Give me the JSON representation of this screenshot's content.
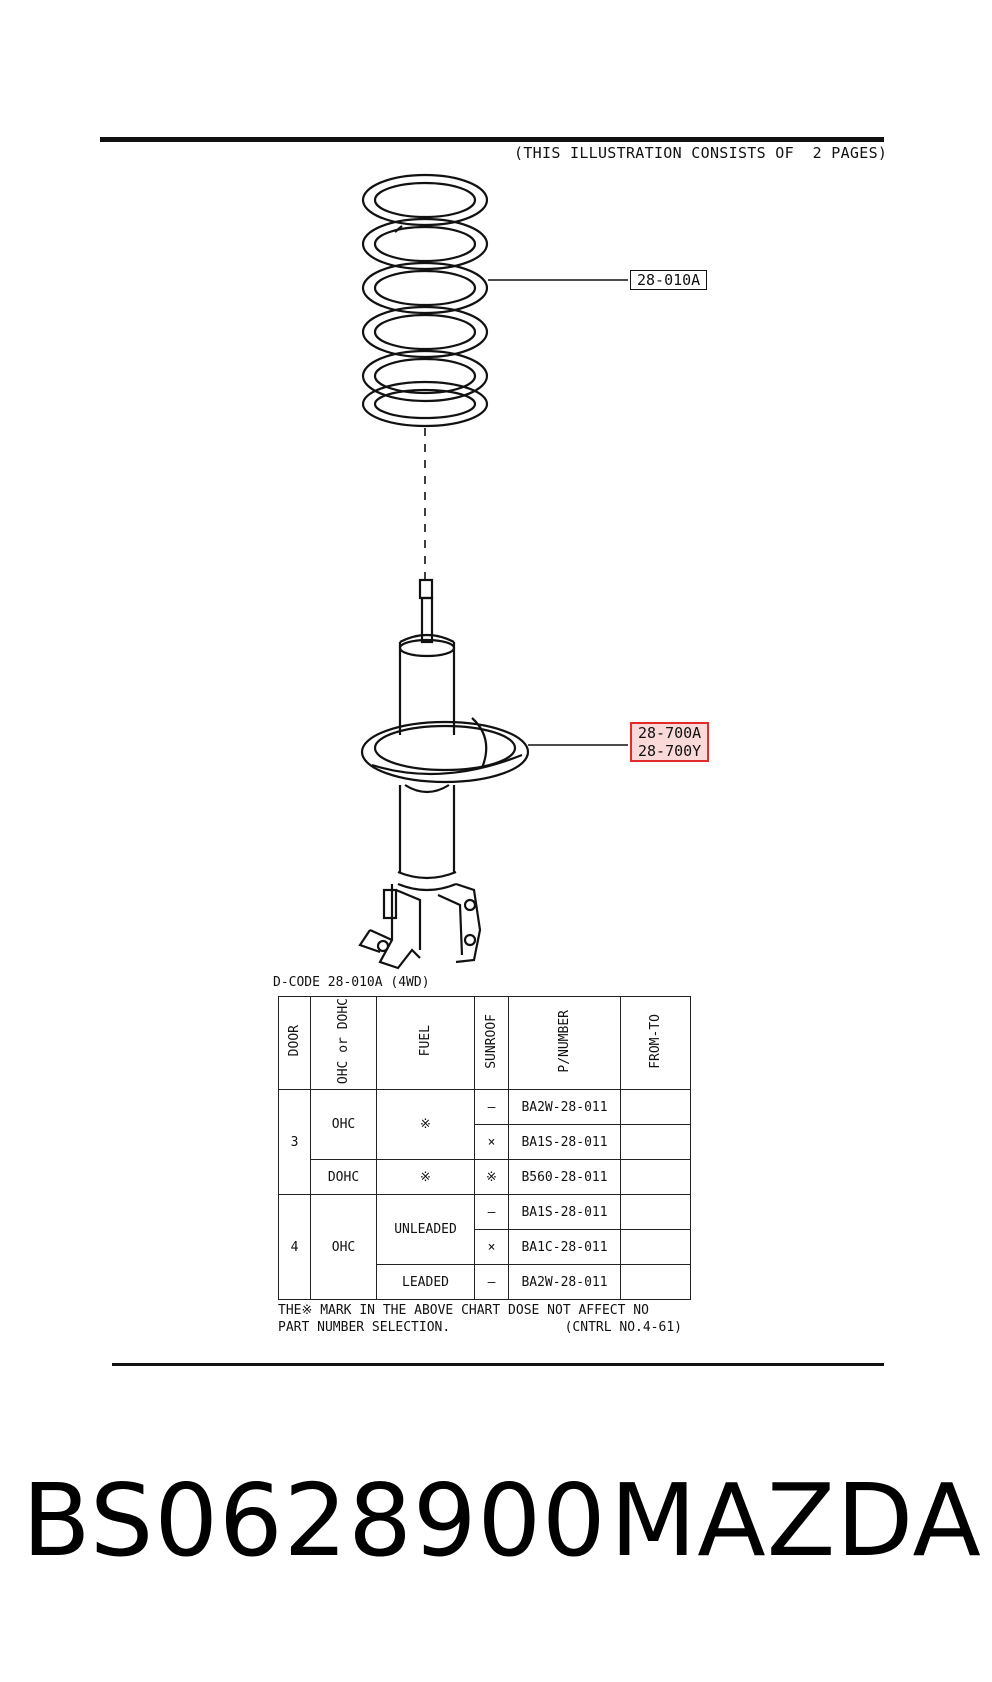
{
  "header": {
    "note": "(THIS ILLUSTRATION CONSISTS OF  2 PAGES)"
  },
  "callouts": {
    "spring": "28-010A",
    "strut_line1": "28-700A",
    "strut_line2": "28-700Y"
  },
  "table": {
    "caption": "D-CODE 28-010A (4WD)",
    "headers": {
      "door": "DOOR",
      "ohc": "OHC or DOHC",
      "fuel": "FUEL",
      "sunroof": "SUNROOF",
      "pnumber": "P/NUMBER",
      "fromto": "FROM-TO"
    },
    "groups": {
      "door3": "3",
      "door4": "4",
      "ohc_a": "OHC",
      "dohc": "DOHC",
      "ohc_b": "OHC",
      "fuel_mark_a": "※",
      "fuel_mark_b": "※",
      "unleaded": "UNLEADED",
      "leaded": "LEADED"
    },
    "rows": [
      {
        "sunroof": "–",
        "pnumber": "BA2W-28-011",
        "fromto": ""
      },
      {
        "sunroof": "×",
        "pnumber": "BA1S-28-011",
        "fromto": ""
      },
      {
        "sunroof": "※",
        "pnumber": "B560-28-011",
        "fromto": ""
      },
      {
        "sunroof": "–",
        "pnumber": "BA1S-28-011",
        "fromto": ""
      },
      {
        "sunroof": "×",
        "pnumber": "BA1C-28-011",
        "fromto": ""
      },
      {
        "sunroof": "–",
        "pnumber": "BA2W-28-011",
        "fromto": ""
      }
    ],
    "footnote_line1": "THE※ MARK IN THE ABOVE CHART DOSE NOT AFFECT NO",
    "footnote_line2": "PART NUMBER SELECTION.",
    "control_no": "(CNTRL NO.4-61)"
  },
  "product": {
    "part_number": "BS0628900",
    "brand": "MAZDA"
  },
  "colors": {
    "ink": "#111111",
    "highlight_border": "#e32b2b",
    "highlight_fill": "#f5aaaa"
  }
}
